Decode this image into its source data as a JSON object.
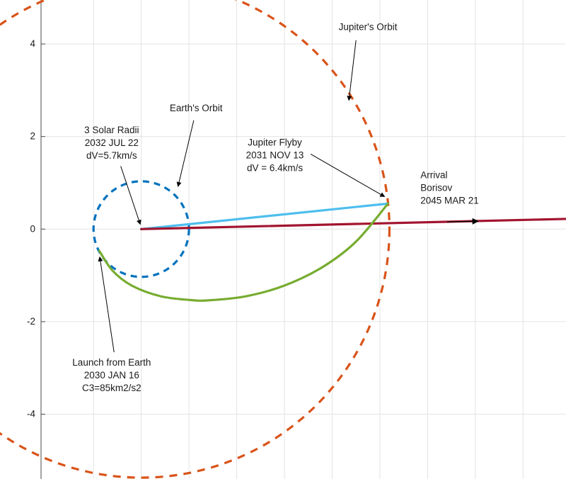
{
  "chart_data": {
    "type": "line",
    "title": "",
    "xlabel": "",
    "ylabel": "",
    "xlim": [
      -2.1,
      8.9
    ],
    "ylim": [
      -5.4,
      4.95
    ],
    "grid": true,
    "x_gridlines": [
      -1,
      0,
      1,
      2,
      3,
      4,
      5,
      6,
      7,
      8
    ],
    "y_ticks": [
      4,
      2,
      0,
      -2,
      -4
    ],
    "y_tick_labels": [
      "4",
      "2",
      "0",
      "-2",
      "-4"
    ],
    "series": [
      {
        "name": "Jupiter's Orbit",
        "style": "dashed",
        "color": "#d95319",
        "circle": {
          "cx": 0,
          "cy": 0,
          "r": 5.2
        }
      },
      {
        "name": "Earth's Orbit",
        "style": "dashed",
        "color": "#0072bd",
        "circle": {
          "cx": 0,
          "cy": 0,
          "r": 1.0
        }
      },
      {
        "name": "",
        "style": "solid",
        "color": "#4dbeee",
        "x": [
          0,
          5.17
        ],
        "y": [
          0,
          0.55
        ]
      },
      {
        "name": "",
        "style": "solid",
        "color": "#a2142f",
        "x": [
          0,
          8.9
        ],
        "y": [
          0,
          0.22
        ]
      },
      {
        "name": "",
        "style": "solid",
        "color": "#77ac30",
        "x": [
          -0.88,
          -0.6,
          -0.2,
          0.4,
          1.0,
          1.4,
          2.2,
          3.0,
          3.8,
          4.5,
          5.17
        ],
        "y": [
          -0.47,
          -0.9,
          -1.22,
          -1.45,
          -1.53,
          -1.54,
          -1.45,
          -1.22,
          -0.82,
          -0.27,
          0.55
        ]
      }
    ],
    "annotations": [
      {
        "id": "jupiter-orbit",
        "lines": [
          "Jupiter's Orbit"
        ],
        "text_at": [
          4.75,
          4.3
        ],
        "anchor": "middle",
        "arrow_from": [
          4.5,
          4.08
        ],
        "arrow_to": [
          4.35,
          2.78
        ]
      },
      {
        "id": "earth-orbit",
        "lines": [
          "Earth's Orbit"
        ],
        "text_at": [
          1.15,
          2.55
        ],
        "anchor": "middle",
        "arrow_from": [
          1.1,
          2.35
        ],
        "arrow_to": [
          0.77,
          0.92
        ]
      },
      {
        "id": "solar-radii",
        "lines": [
          "3 Solar Radii",
          "2032 JUL 22",
          "dV=5.7km/s"
        ],
        "text_at": [
          -0.62,
          2.07
        ],
        "anchor": "middle",
        "arrow_from": [
          -0.43,
          1.36
        ],
        "arrow_to": [
          -0.02,
          0.1
        ]
      },
      {
        "id": "jupiter-flyby",
        "lines": [
          "Jupiter Flyby",
          "2031 NOV 13",
          "dV = 6.4km/s"
        ],
        "text_at": [
          2.8,
          1.8
        ],
        "anchor": "middle",
        "arrow_from": [
          3.55,
          1.62
        ],
        "arrow_to": [
          5.1,
          0.7
        ]
      },
      {
        "id": "arrival",
        "lines": [
          "Arrival",
          "Borisov",
          "2045 MAR 21"
        ],
        "text_at": [
          5.85,
          1.1
        ],
        "anchor": "start",
        "arrow_from": null,
        "arrow_to": null
      },
      {
        "id": "launch",
        "lines": [
          "Launch from Earth",
          "2030 JAN 16",
          "C3=85km2/s2"
        ],
        "text_at": [
          -0.62,
          -2.95
        ],
        "anchor": "middle",
        "arrow_from": [
          -0.57,
          -2.66
        ],
        "arrow_to": [
          -0.87,
          -0.6
        ]
      }
    ],
    "direction_arrow": {
      "at": [
        7.0,
        0.17
      ]
    }
  }
}
